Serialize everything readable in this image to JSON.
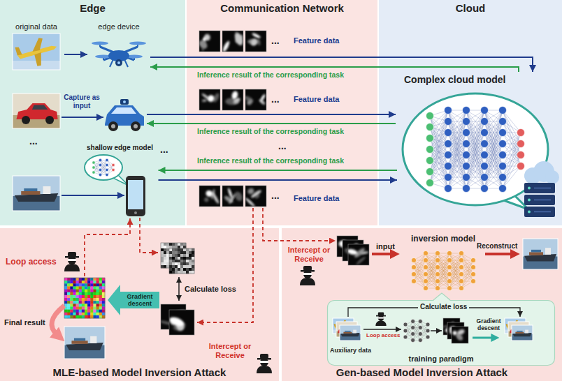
{
  "diagram": {
    "nodes": [
      {
        "text": [
          "Edge"
        ]
      },
      {
        "text": [
          "Communication Network"
        ]
      },
      {
        "text": [
          "Cloud"
        ]
      },
      {
        "text": [
          "original data"
        ],
        "in": 0
      },
      {
        "text": [
          "edge device"
        ],
        "in": 0
      },
      {
        "text": [
          "shallow edge model"
        ],
        "in": 0
      },
      {
        "text": [
          "Complex cloud model"
        ],
        "in": 2
      },
      {
        "text": [
          "MLE-based Model Inversion Attack"
        ]
      },
      {
        "text": [
          "Gen-based Model Inversion Attack"
        ]
      },
      {
        "text": [
          "inversion model"
        ],
        "in": 8
      },
      {
        "text": [
          "training paradigm"
        ],
        "in": 8
      }
    ],
    "edges": [
      {
        "from": 3,
        "to": 4,
        "arrow": "to"
      },
      {
        "from": 4,
        "to": 6,
        "arrow": "to"
      },
      {
        "from": 6,
        "to": 4,
        "label": "Inference result of the corresponding task",
        "arrow": "to"
      },
      {
        "from": 5,
        "to": 6,
        "arrow": "to"
      },
      {
        "from": 6,
        "to": 5,
        "label": "Inference result of the corresponding task",
        "arrow": "to"
      }
    ],
    "labels": [
      "...",
      "...",
      "Capture as input",
      "...",
      "Feature data",
      "...",
      "Feature data",
      "Inference result of the corresponding task",
      "...",
      "...",
      "Feature data",
      "Loop access",
      "Gradient descent",
      "Calculate loss",
      "Final result",
      "Intercept or Receive",
      "Intercept or Receive",
      "input",
      "Reconstruct",
      "Calculate loss",
      "Gradient descent",
      "Loop access",
      "Auxiliary data"
    ]
  }
}
